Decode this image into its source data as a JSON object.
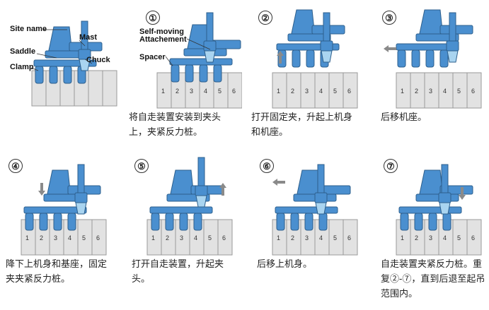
{
  "labels": {
    "site_name": "Site name",
    "mast": "Mast",
    "saddle": "Saddle",
    "chuck": "Chuck",
    "clamp": "Clamp",
    "self_moving_1": "Self-moving",
    "self_moving_2": "Attachement",
    "spacer": "Spacer"
  },
  "steps": [
    {
      "num": "①",
      "caption": "将自走装置安装到夹头上，夹紧反力桩。"
    },
    {
      "num": "②",
      "caption": "打开固定夹，升起上机身和机座。"
    },
    {
      "num": "③",
      "caption": "后移机座。"
    },
    {
      "num": "④",
      "caption": "降下上机身和基座，固定夹夹紧反力桩。"
    },
    {
      "num": "⑤",
      "caption": "打开自走装置，升起夹头。"
    },
    {
      "num": "⑥",
      "caption": "后移上机身。"
    },
    {
      "num": "⑦",
      "caption": "自走装置夹紧反力桩。重复②-⑦，直到后退至起吊范围内。"
    }
  ],
  "pile_numbers": [
    "1",
    "2",
    "3",
    "4",
    "5",
    "6"
  ],
  "colors": {
    "machine": "#4a8fcf",
    "machine_light": "#a9d4f0",
    "pile": "#e2e2e2",
    "arrow": "#8a8a8a",
    "spacer": "#d23a7a"
  },
  "arrows": {
    "step2": "arrow-up-icon",
    "step3": "arrow-left-icon",
    "step4": "arrow-down-icon",
    "step5": "arrow-up-icon",
    "step6": "arrow-left-icon",
    "step7": "arrow-down-icon"
  }
}
